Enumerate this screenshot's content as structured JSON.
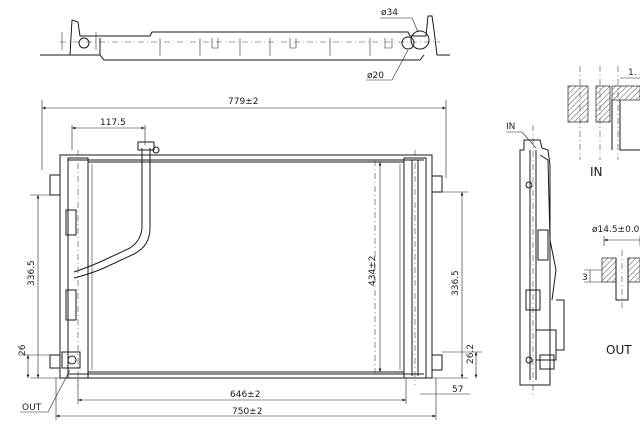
{
  "top_view": {
    "dim_d34": "ø34",
    "dim_d20": "ø20"
  },
  "front_view": {
    "width_overall": "779±2",
    "inlet_offset": "117.5",
    "height_core": "434±2",
    "left_height": "336.5",
    "right_height": "336.5",
    "left_bottom": "26",
    "right_bottom": "26.2",
    "core_width": "646±2",
    "width_mid": "750±2",
    "right_foot": "57",
    "out_label": "OUT"
  },
  "side_view": {
    "in_label": "IN"
  },
  "details": {
    "in_label": "IN",
    "out_label": "OUT",
    "in_dim": "1.",
    "out_dim": "ø14.5±0.0",
    "out_small": "3"
  }
}
